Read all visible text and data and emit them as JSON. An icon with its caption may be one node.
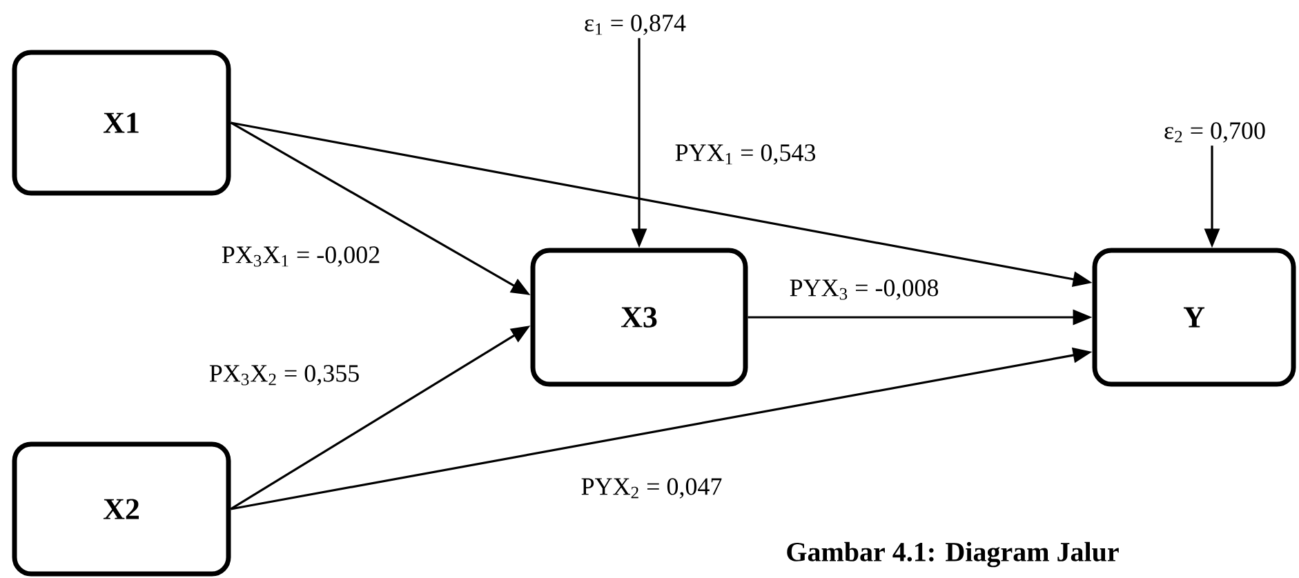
{
  "diagram": {
    "caption": "Gambar 4.1: Diagram Jalur",
    "nodes": [
      {
        "text": [
          "X1"
        ]
      },
      {
        "text": [
          "X2"
        ]
      },
      {
        "text": [
          "X3"
        ]
      },
      {
        "text": [
          "Y"
        ]
      },
      {
        "text": [
          "ε$_{1}$ = 0,874"
        ]
      },
      {
        "text": [
          "ε$_{2}$ = 0,700"
        ]
      }
    ],
    "edges": [
      {
        "from": 0,
        "to": 3,
        "arrow": "to",
        "label": "PYX$_{1}$ = 0,543"
      },
      {
        "from": 0,
        "to": 2,
        "arrow": "to",
        "label": "PX$_{3}$X$_{1}$ = -0,002"
      },
      {
        "from": 1,
        "to": 2,
        "arrow": "to",
        "label": "PX$_{3}$X$_{2}$ = 0,355"
      },
      {
        "from": 2,
        "to": 3,
        "arrow": "to",
        "label": "PYX$_{3}$ = -0,008"
      },
      {
        "from": 1,
        "to": 3,
        "arrow": "to",
        "label": "PYX$_{2}$ = 0,047"
      },
      {
        "from": 4,
        "to": 2,
        "arrow": "to"
      },
      {
        "from": 5,
        "to": 3,
        "arrow": "to"
      }
    ]
  }
}
